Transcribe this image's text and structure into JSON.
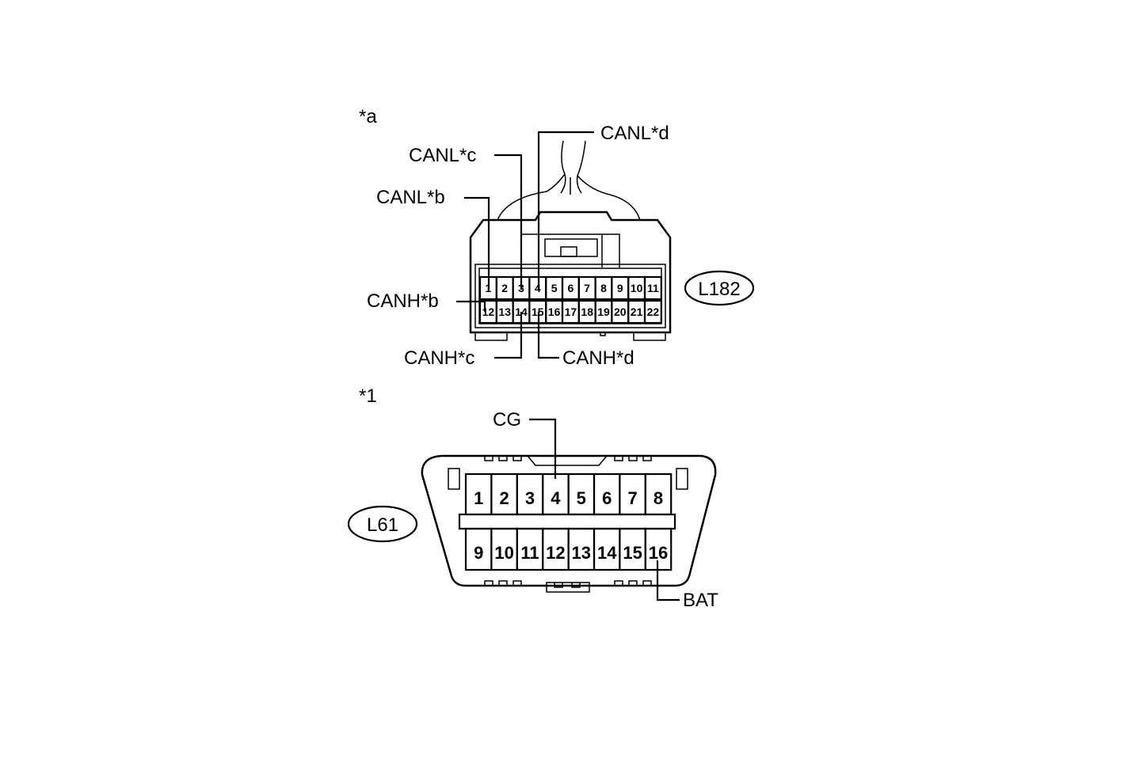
{
  "connector_a": {
    "marker": "*a",
    "code": "L182",
    "pins_top": [
      "1",
      "2",
      "3",
      "4",
      "5",
      "6",
      "7",
      "8",
      "9",
      "10",
      "11"
    ],
    "pins_bottom": [
      "12",
      "13",
      "14",
      "15",
      "16",
      "17",
      "18",
      "19",
      "20",
      "21",
      "22"
    ],
    "callouts": {
      "canl_b": "CANL*b",
      "canl_c": "CANL*c",
      "canl_d": "CANL*d",
      "canh_b": "CANH*b",
      "canh_c": "CANH*c",
      "canh_d": "CANH*d"
    }
  },
  "connector_1": {
    "marker": "*1",
    "code": "L61",
    "pins_top": [
      "1",
      "2",
      "3",
      "4",
      "5",
      "6",
      "7",
      "8"
    ],
    "pins_bottom": [
      "9",
      "10",
      "11",
      "12",
      "13",
      "14",
      "15",
      "16"
    ],
    "callouts": {
      "cg": "CG",
      "bat": "BAT"
    }
  }
}
